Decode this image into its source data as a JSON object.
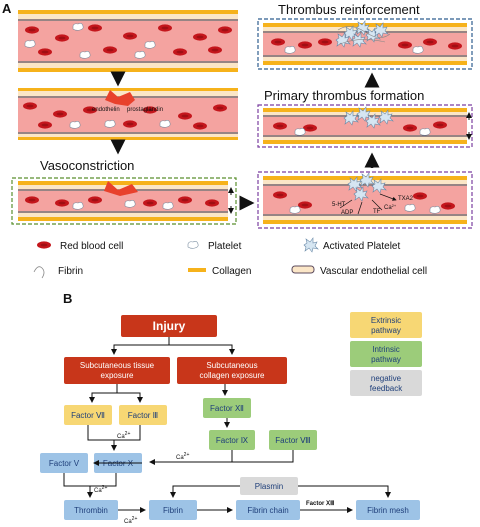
{
  "panel_a": {
    "label": "A",
    "endothelin": "endothelin",
    "prostaglandin": "prostaglandin",
    "vasoconstriction": "Vasoconstriction",
    "primary_thrombus": "Primary thrombus formation",
    "reinforcement": "Thrombus reinforcement",
    "ht5": "5-HT",
    "adp": "ADP",
    "txa2": "TXA2",
    "ca": "Ca",
    "ca_sup": "2+",
    "tf": "TF",
    "colors": {
      "blood_bg": "#f4a3a0",
      "rbc": "#c4161c",
      "collagen": "#f6b21b",
      "green_dash": "#5a8f2e",
      "purple_dash": "#7b3fa0",
      "blue_dash": "#2f5d8f"
    }
  },
  "legend": {
    "rbc": "Red blood cell",
    "platelet": "Platelet",
    "activated": "Activated Platelet",
    "fibrin": "Fibrin",
    "collagen": "Collagen",
    "endothelial": "Vascular endothelial cell"
  },
  "panel_b": {
    "label": "B",
    "injury": "Injury",
    "sub_tissue": [
      "Subcutaneous tissue",
      "exposure"
    ],
    "sub_collagen": [
      "Subcutaneous",
      "collagen exposure"
    ],
    "factor_vii": "Factor Ⅶ",
    "factor_iii": "Factor Ⅲ",
    "factor_xii": "Factor Ⅻ",
    "factor_ix": "Factor Ⅸ",
    "factor_viii": "Factor Ⅷ",
    "factor_v": "Factor V",
    "factor_x": "Factor X",
    "thrombin": "Thrombin",
    "fibrin": "Fibrin",
    "fibrin_chain": "Fibrin chain",
    "fibrin_mesh": "Fibrin mesh",
    "plasmin": "Plasmin",
    "factor_xiii": "Factor ⅩⅢ",
    "ca": "Ca",
    "ca_sup": "2+",
    "legend_extrinsic": [
      "Extrinsic",
      "pathway"
    ],
    "legend_intrinsic": [
      "Intrinsic",
      "pathway"
    ],
    "legend_negative": [
      "negative",
      "feedback"
    ],
    "colors": {
      "red": "#c8361a",
      "yellow": "#f7d774",
      "green": "#9ccc7a",
      "blue": "#9dc3e6",
      "gray": "#d9d9d9",
      "navy": "#1f3f7a",
      "factor_xiii": "#e0231a"
    }
  }
}
